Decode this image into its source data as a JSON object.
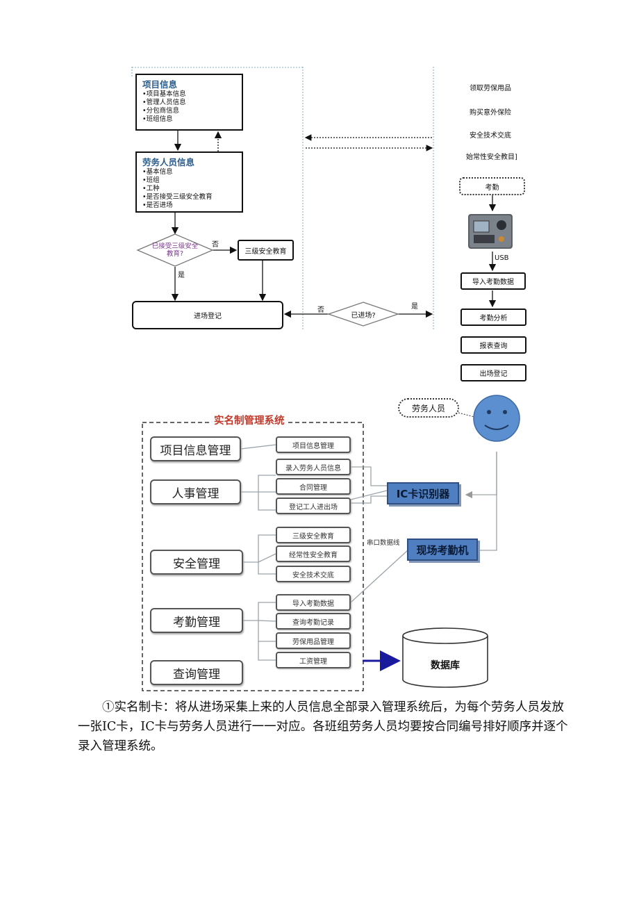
{
  "flowchart": {
    "project_info": {
      "title": "项目信息",
      "items": [
        "•项目基本信息",
        "•管理人员信息",
        "•分包商信息",
        "•班组信息"
      ]
    },
    "worker_info": {
      "title": "劳务人员信息",
      "items": [
        "•基本信息",
        "•班组",
        "•工种",
        "•是否接受三级安全教育",
        "•是否进场"
      ]
    },
    "decision_safety": "已接受三级安全教育?",
    "no_label_1": "否",
    "yes_label_1": "是",
    "three_level_edu": "三级安全教育",
    "entry_register": "进场登记",
    "decision_entered": "已进场?",
    "no_label_2": "否",
    "yes_label_2": "是",
    "right_items": [
      "领取劳保用品",
      "购买意外保险",
      "安全技术交底",
      "始常性安全教目]"
    ],
    "attendance": "考勤",
    "usb": "USB",
    "import_data": "导入考勤数据",
    "analysis": "考勤分析",
    "report": "报表查询",
    "exit_register": "出场登记"
  },
  "system": {
    "title": "实名制管理系统",
    "worker_bubble": "劳务人员",
    "modules": [
      "项目信息管理",
      "人事管理",
      "安全管理",
      "考勤管理",
      "查询管理"
    ],
    "subs": {
      "project": [
        "项目信息管理"
      ],
      "hr": [
        "录入劳务人员信息",
        "合同管理",
        "登记工人进出场"
      ],
      "safety": [
        "三级安全教育",
        "经常性安全教育",
        "安全技术交底"
      ],
      "attendance": [
        "导入考勤数据",
        "查询考勤记录",
        "劳保用品管理",
        "工资管理"
      ]
    },
    "ic_reader": "IC卡识别器",
    "serial_line": "串口数据线",
    "attendance_machine": "现场考勤机",
    "database": "数据库"
  },
  "paragraph": "①实名制卡：将从进场采集上来的人员信息全部录入管理系统后，为每个劳务人员发放一张IC卡，IC卡与劳务人员进行一一对应。各班组劳务人员均要按合同编号排好顺序并逐个录入管理系统。",
  "colors": {
    "title_blue": "#2a5d8f",
    "system_title_red": "#c0392b",
    "device_blue": "#4f7fc0",
    "arrow_navy": "#1a1a9c"
  }
}
